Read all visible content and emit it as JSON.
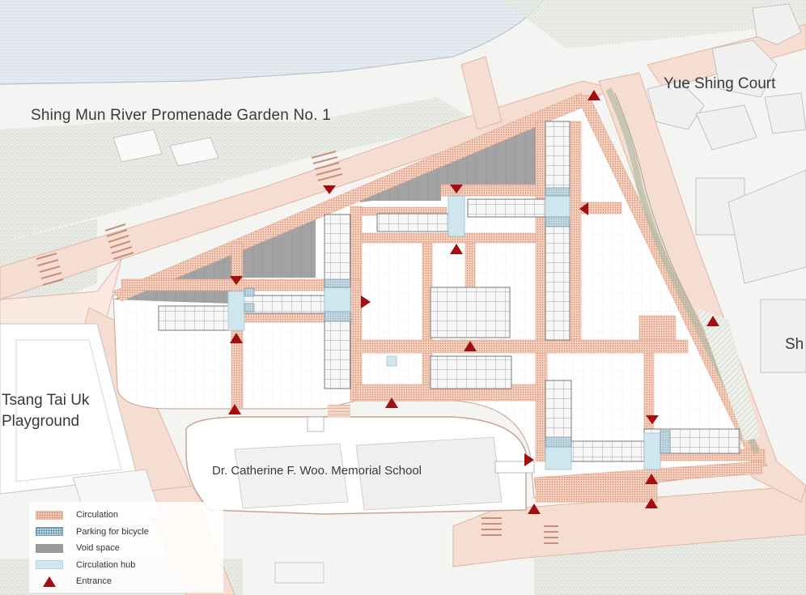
{
  "labels": {
    "garden": "Shing Mun River Promenade Garden No. 1",
    "court": "Yue Shing Court",
    "playground_1": "Tsang Tai Uk",
    "playground_2": "Playground",
    "school": "Dr. Catherine F. Woo. Memorial School",
    "edge_cut": "Sh"
  },
  "legend": [
    {
      "key": "circulation",
      "label": "Circulation"
    },
    {
      "key": "bike",
      "label": "Parking for bicycle"
    },
    {
      "key": "void",
      "label": "Void space"
    },
    {
      "key": "hub",
      "label": "Circulation hub"
    },
    {
      "key": "entrance",
      "label": "Entrance"
    }
  ],
  "colors": {
    "circulation": "#f3cfbe",
    "bike": "#6e9bb1",
    "void": "#9a9a9a",
    "hub": "#cfe6ee",
    "entrance": "#a10f10",
    "water": "#e4eaf1",
    "road": "#f6ddd2",
    "vegetation": "#e7ebe4"
  }
}
